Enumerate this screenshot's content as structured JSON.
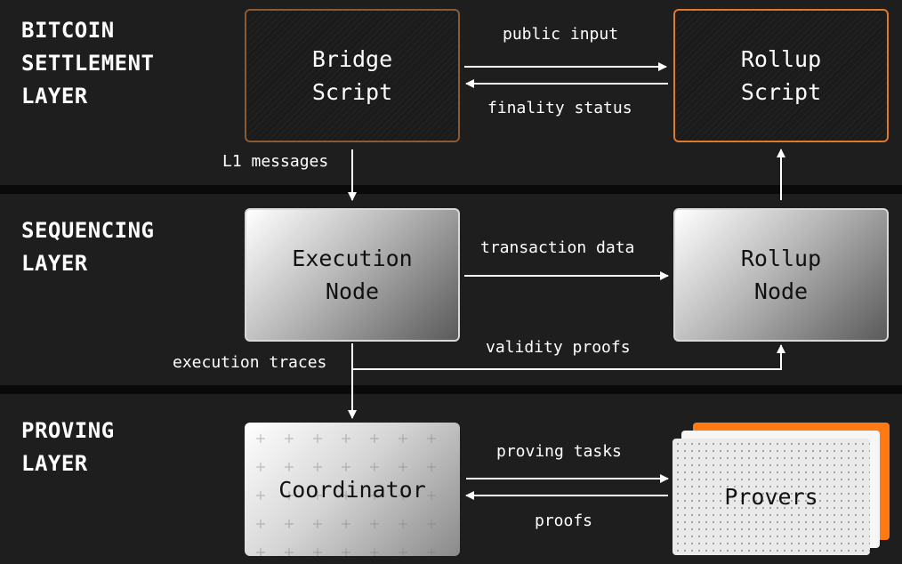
{
  "layers": {
    "settlement": [
      "BITCOIN",
      "SETTLEMENT",
      "LAYER"
    ],
    "sequencing": [
      "SEQUENCING",
      "LAYER"
    ],
    "proving": [
      "PROVING",
      "LAYER"
    ]
  },
  "nodes": {
    "bridge_script": [
      "Bridge",
      "Script"
    ],
    "rollup_script": [
      "Rollup",
      "Script"
    ],
    "execution_node": [
      "Execution",
      "Node"
    ],
    "rollup_node": [
      "Rollup",
      "Node"
    ],
    "coordinator": [
      "Coordinator"
    ],
    "provers": [
      "Provers"
    ]
  },
  "edges": {
    "public_input": "public input",
    "finality_status": "finality status",
    "l1_messages": "L1 messages",
    "transaction_data": "transaction data",
    "execution_traces": "execution traces",
    "validity_proofs": "validity proofs",
    "proving_tasks": "proving tasks",
    "proofs": "proofs"
  },
  "colors": {
    "background": "#0a0a0a",
    "band": "#1e1e1f",
    "accent_orange": "#ff7a12",
    "bridge_border": "#8a5a32",
    "rollup_script_border": "#e0782a",
    "arrow": "#ffffff"
  }
}
